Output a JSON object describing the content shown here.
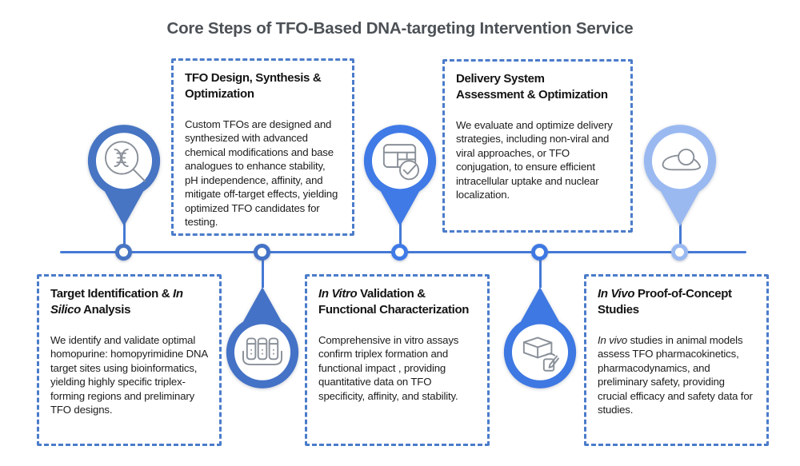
{
  "page": {
    "title": "Core Steps of TFO-Based DNA-targeting Intervention Service"
  },
  "colors": {
    "timeline_line": "#4579d5",
    "box_border": "#4b7cca",
    "title_text": "#4c5156",
    "icon_stroke": "#8a9099"
  },
  "steps": [
    {
      "name": "Target Identification & In Silico Analysis",
      "pin_position": "above-timeline",
      "card_position": "below-timeline",
      "icon": "dna-search-icon",
      "pin_color": "#4775c3",
      "title_parts": [
        {
          "text": "Target Identification & "
        },
        {
          "text": "In Silico",
          "italic": true
        },
        {
          "text": " Analysis"
        }
      ],
      "body_parts": [
        {
          "text": "We identify and validate optimal homopurine: homopyrimidine DNA target sites using bioinformatics, yielding highly specific triplex-forming regions and preliminary TFO designs."
        }
      ]
    },
    {
      "name": "TFO Design, Synthesis & Optimization",
      "pin_position": "below-timeline",
      "card_position": "above-timeline",
      "icon": "test-tubes-icon",
      "pin_color": "#4472c6",
      "title_parts": [
        {
          "text": "TFO Design, Synthesis & Optimization"
        }
      ],
      "body_parts": [
        {
          "text": "Custom TFOs are designed and synthesized with advanced chemical modifications and base analogues to enhance stability, pH independence, affinity, and mitigate off-target effects, yielding optimized TFO candidates for testing."
        }
      ]
    },
    {
      "name": "In Vitro Validation & Functional Characterization",
      "pin_position": "above-timeline",
      "card_position": "below-timeline",
      "icon": "table-check-icon",
      "pin_color": "#3f7ae6",
      "title_parts": [
        {
          "text": "In Vitro",
          "italic": true
        },
        {
          "text": " Validation & Functional Characterization"
        }
      ],
      "body_parts": [
        {
          "text": "Comprehensive in vitro assays confirm triplex formation and functional impact , providing quantitative data on TFO specificity, affinity, and stability."
        }
      ]
    },
    {
      "name": "Delivery System Assessment & Optimization",
      "pin_position": "below-timeline",
      "card_position": "above-timeline",
      "icon": "package-edit-icon",
      "pin_color": "#3e78e2",
      "title_parts": [
        {
          "text": "Delivery System"
        },
        {
          "break": true
        },
        {
          "text": "Assessment & Optimization"
        }
      ],
      "body_parts": [
        {
          "text": "We evaluate and optimize delivery strategies, including non-viral and viral approaches, or TFO conjugation, to ensure efficient intracellular uptake and nuclear localization."
        }
      ]
    },
    {
      "name": "In Vivo Proof-of-Concept Studies",
      "pin_position": "above-timeline",
      "card_position": "below-timeline",
      "icon": "mouse-icon",
      "pin_color": "#9ab9f1",
      "title_parts": [
        {
          "text": "In Vivo",
          "italic": true
        },
        {
          "text": " Proof-of-Concept Studies"
        }
      ],
      "body_parts": [
        {
          "text": "In vivo",
          "italic": true
        },
        {
          "text": " studies in animal models assess TFO pharmacokinetics, pharmacodynamics, and preliminary safety, providing crucial efficacy and safety data for studies."
        }
      ]
    }
  ]
}
